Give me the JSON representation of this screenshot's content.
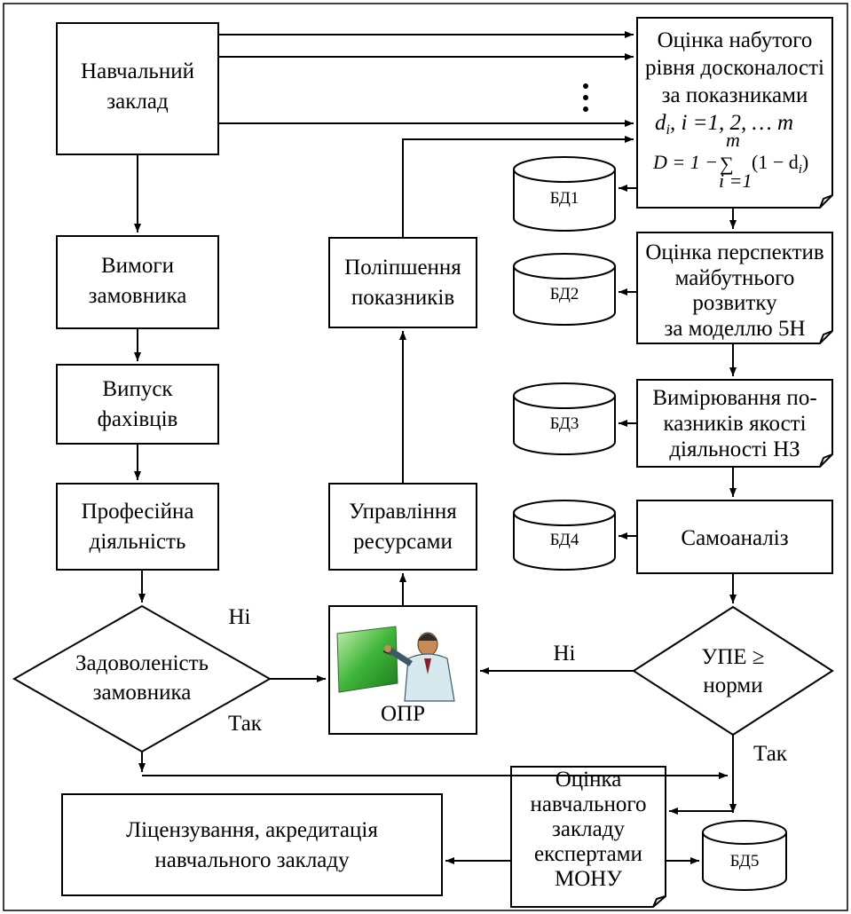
{
  "blocks": {
    "institution": [
      "Навчальний",
      "заклад"
    ],
    "customer_requirements": [
      "Вимоги",
      "замовника"
    ],
    "graduates": [
      "Випуск",
      "фахівців"
    ],
    "professional_activity": [
      "Професійна",
      "діяльність"
    ],
    "customer_satisfaction": [
      "Задоволеність",
      "замовника"
    ],
    "resource_management": [
      "Управління",
      "ресурсами"
    ],
    "improvement": [
      "Поліпшення",
      "показників"
    ],
    "decision_maker": "ОПР",
    "excellence_assessment": [
      "Оцінка набутого",
      "рівня досконалості",
      "за показниками"
    ],
    "excellence_indices": {
      "d": "d",
      "sub": "i",
      "rest": ", i =1, 2, … m"
    },
    "excellence_formula": {
      "lhs": "D = 1 −",
      "sum": "∑",
      "top": "m",
      "bottom": "i =1",
      "term": "(1 − d",
      "sub": "i",
      "close": ")"
    },
    "prospects": [
      "Оцінка перспектив",
      "майбутнього",
      "розвитку",
      "за моделлю 5H"
    ],
    "quality_measure": [
      "Вимірювання по-",
      "казників якості",
      "діяльності НЗ"
    ],
    "self_analysis": "Самоаналіз",
    "upe_check": [
      "УПЕ ≥",
      "норми"
    ],
    "expert_assessment": [
      "Оцінка",
      "навчального",
      "закладу",
      "експертами",
      "МОНУ"
    ],
    "licensing": [
      "Ліцензування, акредитація",
      "навчального закладу"
    ]
  },
  "databases": [
    "БД1",
    "БД2",
    "БД3",
    "БД4",
    "БД5"
  ],
  "labels": {
    "no_left": "Ні",
    "yes_left": "Так",
    "no_right": "Ні",
    "yes_right": "Так"
  }
}
